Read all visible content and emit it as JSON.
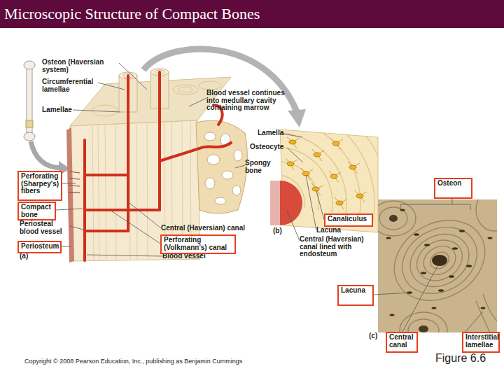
{
  "diagram": {
    "title": "Microscopic Structure of Compact Bones",
    "nodes": [
      {
        "text": [
          "Perforating (Sharpey's) fibers"
        ]
      },
      {
        "text": [
          "Osteon"
        ]
      },
      {
        "text": [
          "Compact bone"
        ]
      },
      {
        "text": [
          "Canaliculus"
        ]
      },
      {
        "text": [
          "Periosteum"
        ]
      },
      {
        "text": [
          "Perforating (Volkmann's) canal"
        ]
      },
      {
        "text": [
          "Lacuna"
        ]
      },
      {
        "text": [
          "Central canal"
        ]
      },
      {
        "text": [
          "Interstitial lamellae"
        ]
      }
    ],
    "labels": [
      "Osteon (Haversian system)",
      "Circumferential lamellae",
      "Lamellae",
      "Blood vessel continues into medullary cavity containing marrow",
      "Lamella",
      "Osteocyte",
      "Spongy bone",
      "Periosteal blood vessel",
      "(a)",
      "Central (Haversian) canal",
      "Blood vessel",
      "(b)",
      "Lacuna",
      "Central (Haversian) canal lined with endosteum",
      "(c)",
      "Copyright © 2008 Pearson Education, Inc., publishing as Benjamin Cummings",
      "Figure 6.6"
    ]
  }
}
